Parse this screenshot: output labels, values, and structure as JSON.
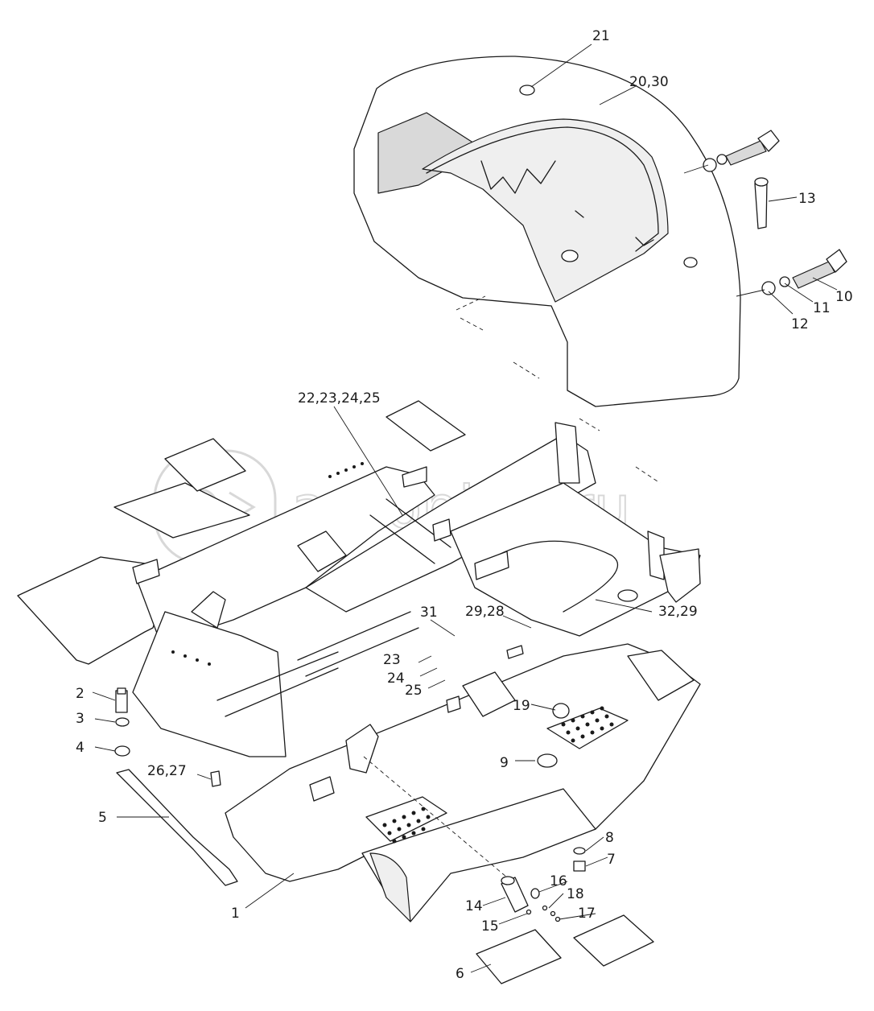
{
  "watermark": {
    "text": "autopiter.ru"
  },
  "callouts": [
    {
      "id": "c21",
      "label": "21"
    },
    {
      "id": "c20",
      "label": "20,30"
    },
    {
      "id": "c13",
      "label": "13"
    },
    {
      "id": "c10",
      "label": "10"
    },
    {
      "id": "c11",
      "label": "11"
    },
    {
      "id": "c12",
      "label": "12"
    },
    {
      "id": "c22",
      "label": "22,23,24,25"
    },
    {
      "id": "c31",
      "label": "31"
    },
    {
      "id": "c29",
      "label": "29,28"
    },
    {
      "id": "c32",
      "label": "32,29"
    },
    {
      "id": "c23",
      "label": "23"
    },
    {
      "id": "c24",
      "label": "24"
    },
    {
      "id": "c25",
      "label": "25"
    },
    {
      "id": "c19",
      "label": "19"
    },
    {
      "id": "c9",
      "label": "9"
    },
    {
      "id": "c2",
      "label": "2"
    },
    {
      "id": "c3",
      "label": "3"
    },
    {
      "id": "c4",
      "label": "4"
    },
    {
      "id": "c26",
      "label": "26,27"
    },
    {
      "id": "c5",
      "label": "5"
    },
    {
      "id": "c8",
      "label": "8"
    },
    {
      "id": "c7",
      "label": "7"
    },
    {
      "id": "c16",
      "label": "16"
    },
    {
      "id": "c18",
      "label": "18"
    },
    {
      "id": "c14",
      "label": "14"
    },
    {
      "id": "c17",
      "label": "17"
    },
    {
      "id": "c15",
      "label": "15"
    },
    {
      "id": "c1",
      "label": "1"
    },
    {
      "id": "c6",
      "label": "6"
    }
  ]
}
